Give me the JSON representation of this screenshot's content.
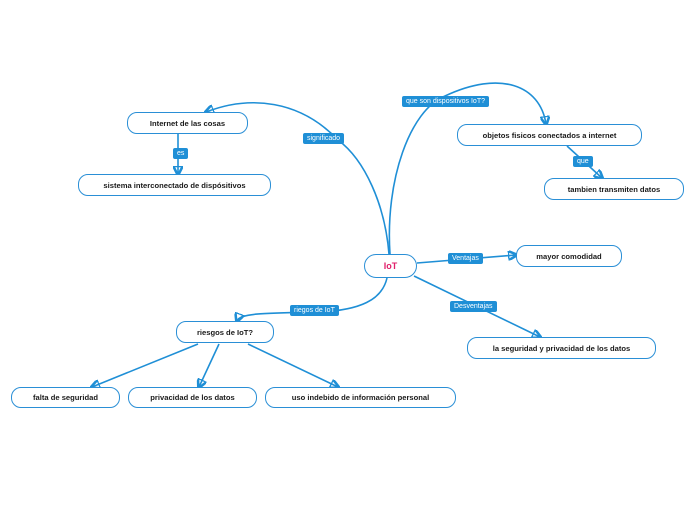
{
  "map": {
    "central": "IoT",
    "branches": {
      "significado": {
        "label": "significado",
        "node": "Internet de las cosas",
        "sub_label": "es",
        "sub_node": "sistema interconectado de dispósitivos"
      },
      "dispositivos": {
        "label": "que son dispositivos IoT?",
        "node": "objetos fisicos conectados a internet",
        "sub_label": "que",
        "sub_node": "tambien transmiten datos"
      },
      "ventajas": {
        "label": "Ventajas",
        "node": "mayor comodidad"
      },
      "desventajas": {
        "label": "Desventajas",
        "node": "la seguridad y privacidad de los datos"
      },
      "riesgos": {
        "label": "riegos de IoT",
        "node": "riesgos de IoT?",
        "children": [
          "falta de seguridad",
          "privacidad de los datos",
          "uso indebido de información personal"
        ]
      }
    }
  },
  "colors": {
    "link": "#1f8fd6",
    "node_border": "#2a8fd6",
    "central_text": "#e0206a",
    "label_bg": "#1f8fd6"
  }
}
